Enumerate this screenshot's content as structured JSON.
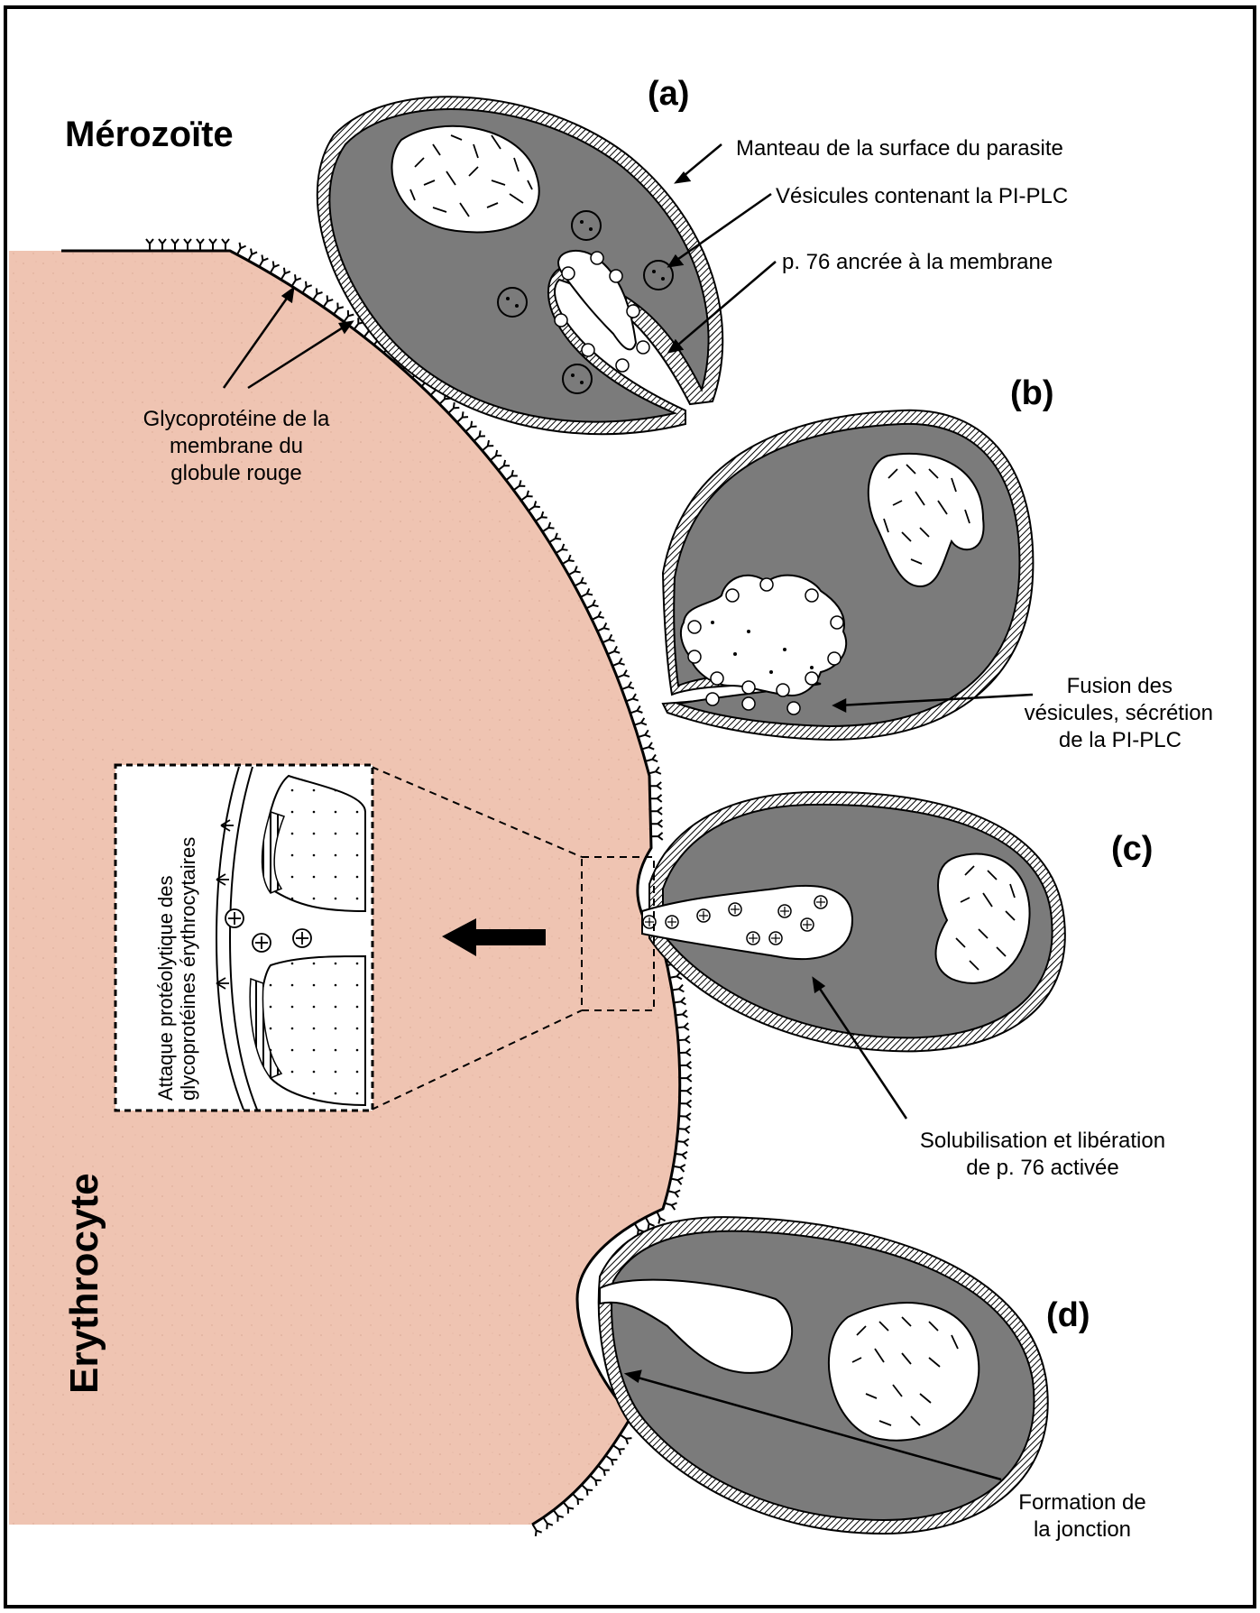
{
  "title": "Mérozoïte",
  "erythrocyte_label": "Erythrocyte",
  "panels": {
    "a": "(a)",
    "b": "(b)",
    "c": "(c)",
    "d": "(d)"
  },
  "labels": {
    "manteau": "Manteau de la surface du parasite",
    "vesicules": "Vésicules contenant la PI-PLC",
    "p76": "p. 76 ancrée à la membrane",
    "glyco": [
      "Glycoprotéine de la",
      "membrane du",
      "globule rouge"
    ],
    "fusion": [
      "Fusion des",
      "vésicules, sécrétion",
      "de la PI-PLC"
    ],
    "solubilisation": [
      "Solubilisation et libération",
      "de p. 76 activée"
    ],
    "formation": [
      "Formation de",
      "la jonction"
    ],
    "attaque": [
      "Attaque protéolytique des",
      "glycoprotéines érythrocytaires"
    ]
  },
  "colors": {
    "erythrocyte_fill": "#efc4b2",
    "parasite_fill": "#7b7b7b",
    "line": "#000000"
  }
}
